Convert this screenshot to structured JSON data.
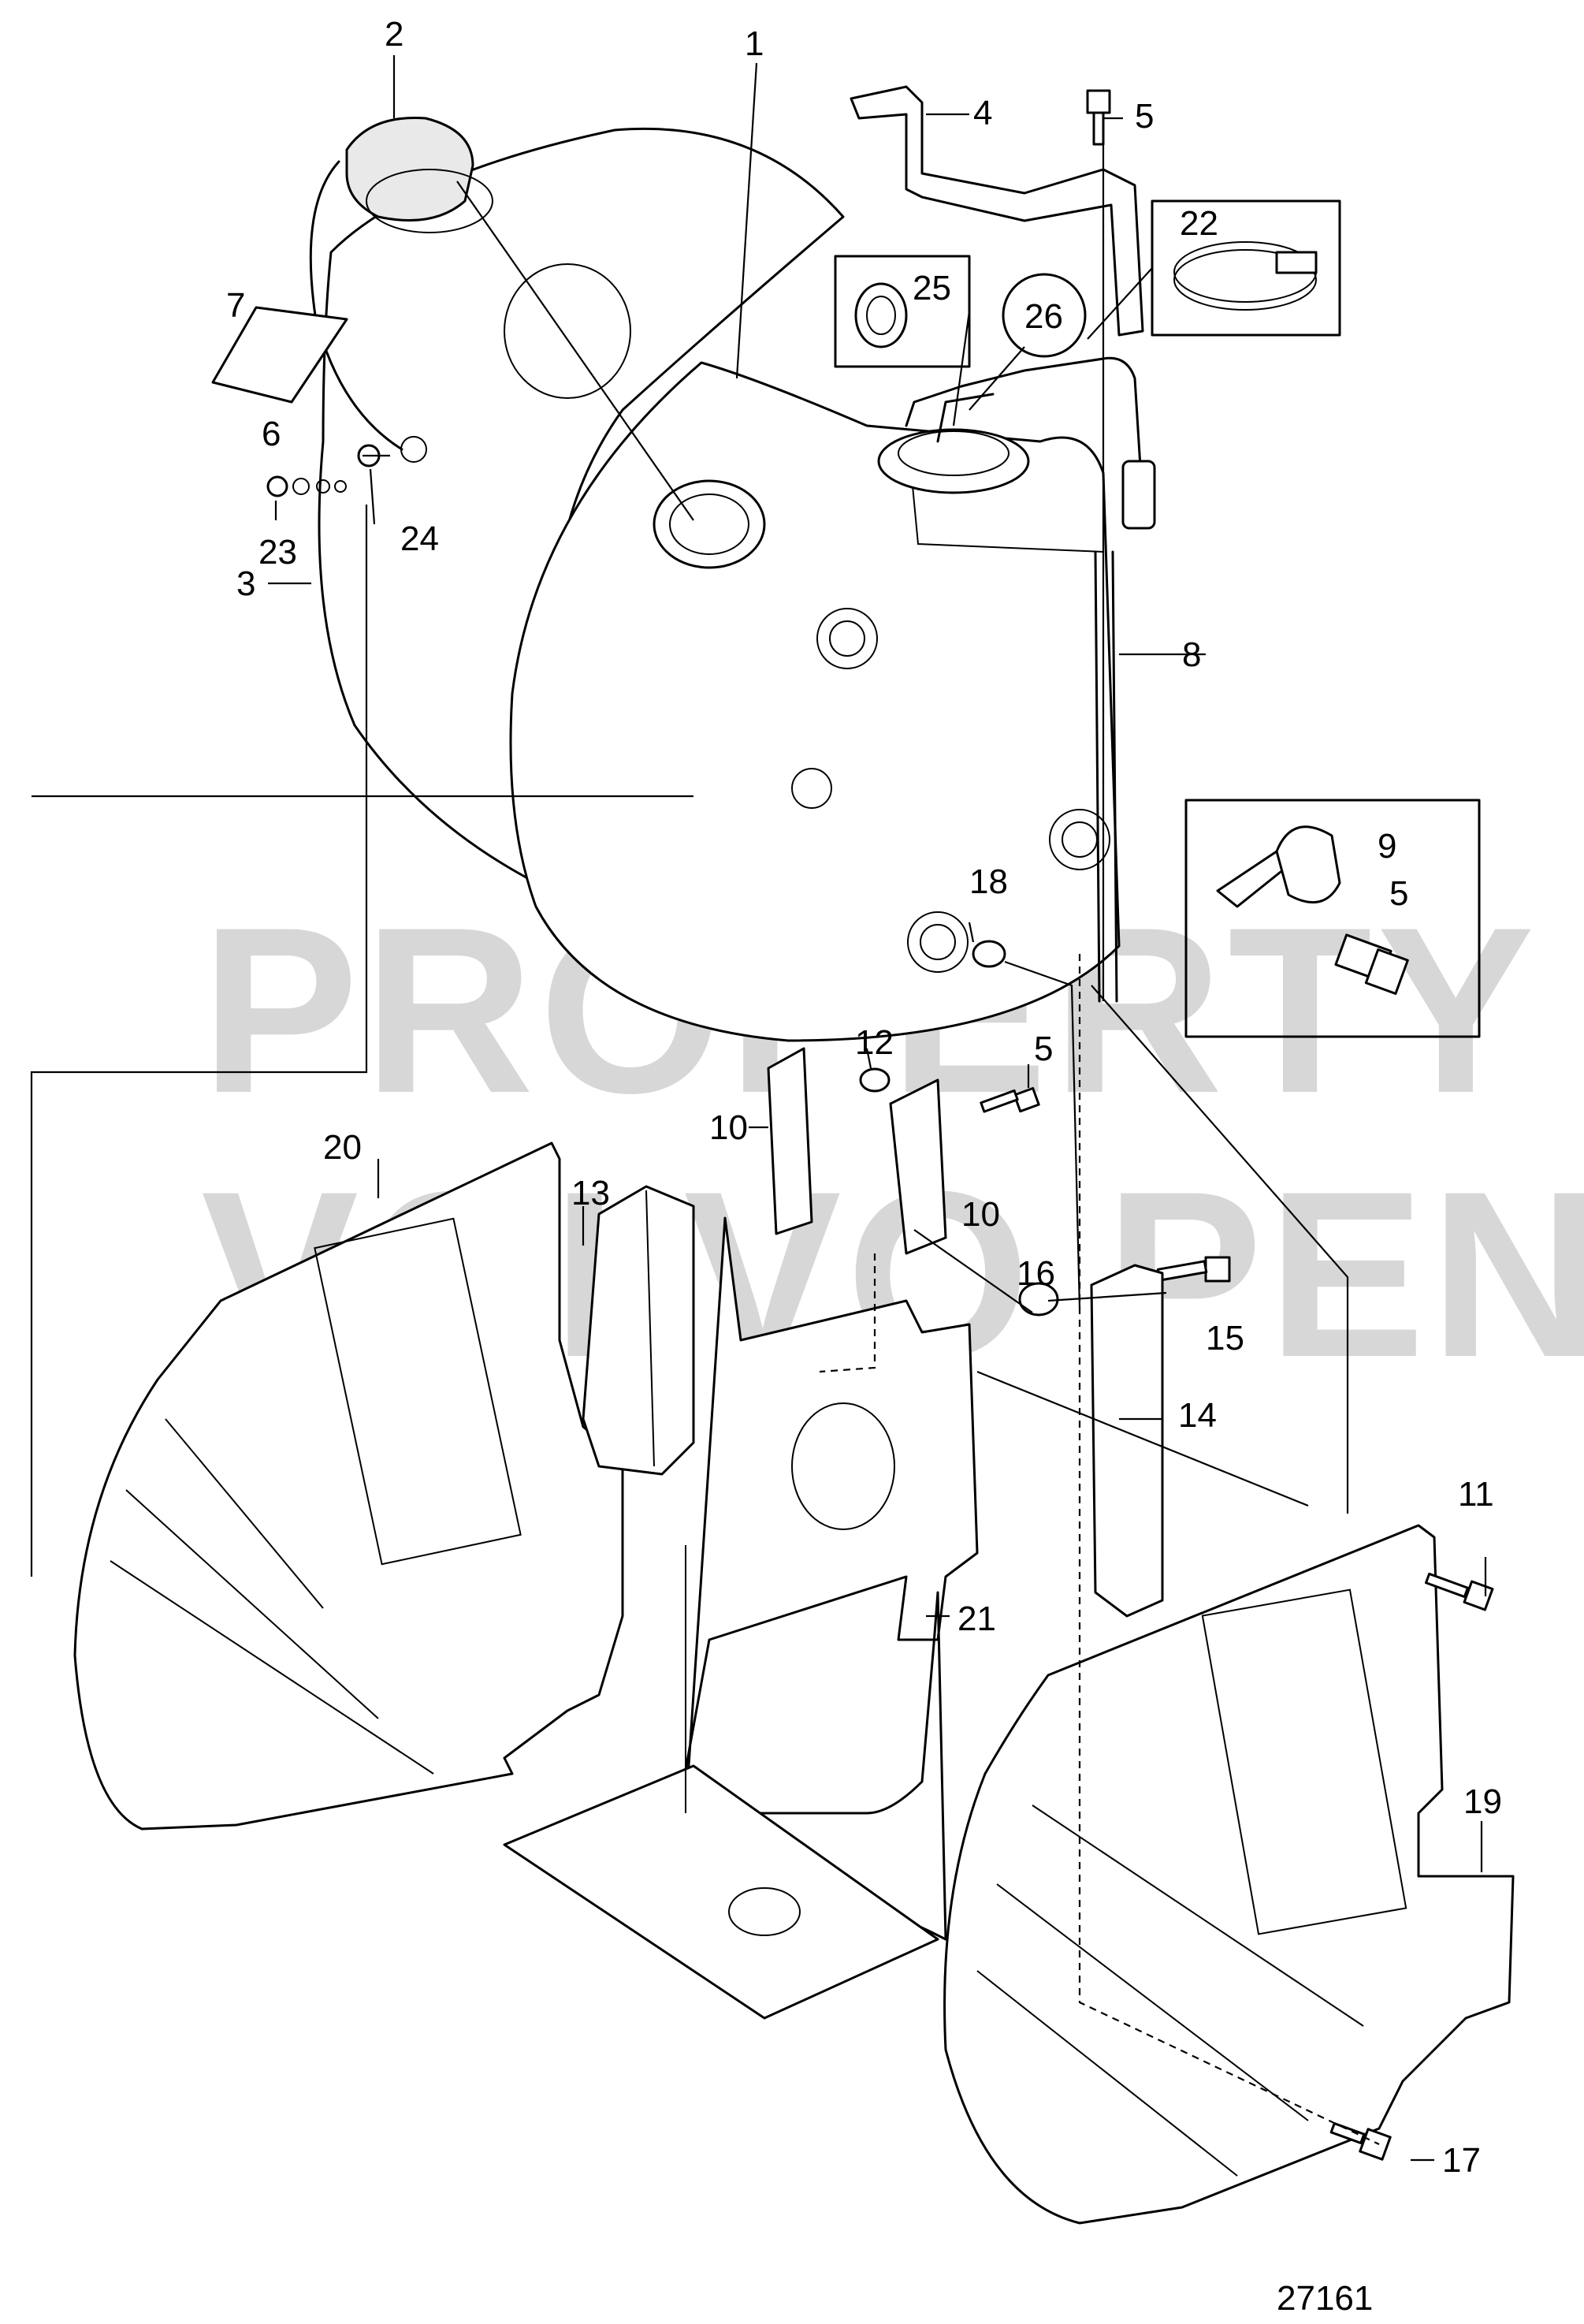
{
  "watermark": {
    "line1": "PROPERTY OF",
    "line2": "VOLVO PENTA"
  },
  "reference_number": "27161",
  "callouts": [
    {
      "id": "c1",
      "label": "1"
    },
    {
      "id": "c2",
      "label": "2"
    },
    {
      "id": "c3",
      "label": "3"
    },
    {
      "id": "c4",
      "label": "4"
    },
    {
      "id": "c5a",
      "label": "5"
    },
    {
      "id": "c5b",
      "label": "5"
    },
    {
      "id": "c5c",
      "label": "5"
    },
    {
      "id": "c6",
      "label": "6"
    },
    {
      "id": "c7",
      "label": "7"
    },
    {
      "id": "c8",
      "label": "8"
    },
    {
      "id": "c9",
      "label": "9"
    },
    {
      "id": "c10a",
      "label": "10"
    },
    {
      "id": "c10b",
      "label": "10"
    },
    {
      "id": "c11",
      "label": "11"
    },
    {
      "id": "c12",
      "label": "12"
    },
    {
      "id": "c13",
      "label": "13"
    },
    {
      "id": "c14",
      "label": "14"
    },
    {
      "id": "c15",
      "label": "15"
    },
    {
      "id": "c16",
      "label": "16"
    },
    {
      "id": "c17",
      "label": "17"
    },
    {
      "id": "c18",
      "label": "18"
    },
    {
      "id": "c19",
      "label": "19"
    },
    {
      "id": "c20",
      "label": "20"
    },
    {
      "id": "c21",
      "label": "21"
    },
    {
      "id": "c22",
      "label": "22"
    },
    {
      "id": "c23",
      "label": "23"
    },
    {
      "id": "c24",
      "label": "24"
    },
    {
      "id": "c25",
      "label": "25"
    },
    {
      "id": "c26",
      "label": "26"
    }
  ]
}
